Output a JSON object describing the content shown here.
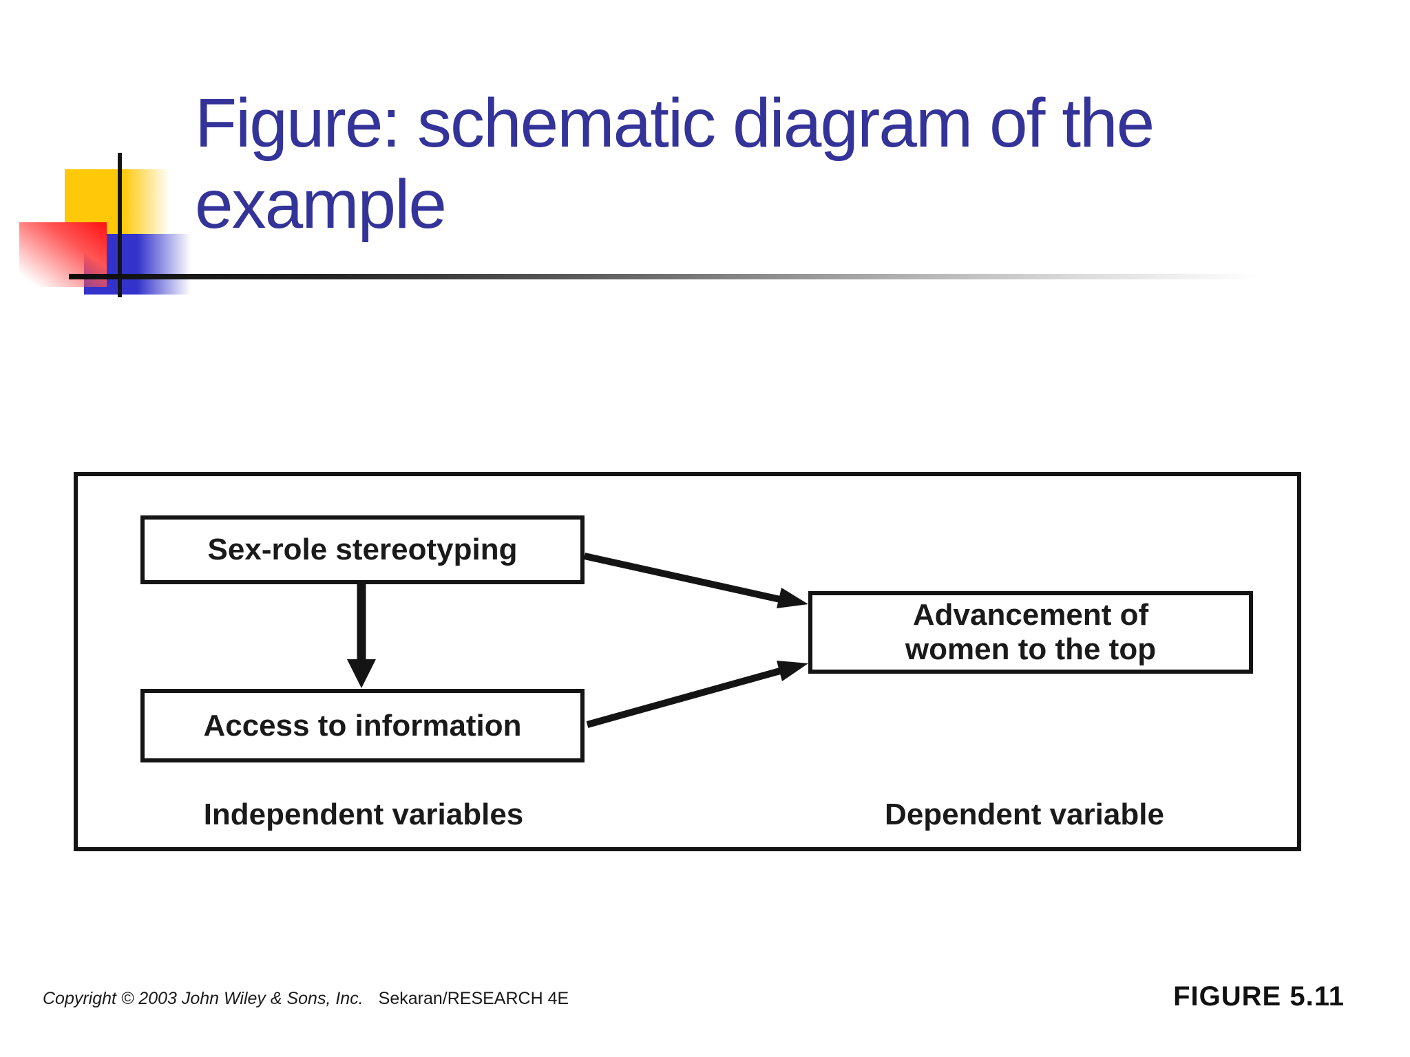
{
  "title": {
    "lines": [
      "Figure: schematic diagram of the",
      "example"
    ]
  },
  "diagram": {
    "boxes": {
      "sex_role": {
        "label": "Sex-role stereotyping"
      },
      "access": {
        "label": "Access to information"
      },
      "advancement": {
        "lines": [
          "Advancement of",
          "women to the top"
        ]
      }
    },
    "captions": {
      "independent": "Independent variables",
      "dependent": "Dependent variable"
    },
    "arrows": [
      {
        "from": "sex_role",
        "to": "access"
      },
      {
        "from": "sex_role",
        "to": "advancement"
      },
      {
        "from": "access",
        "to": "advancement"
      }
    ]
  },
  "footer": {
    "copyright": "Copyright © 2003 John Wiley & Sons, Inc.",
    "source": "Sekaran/RESEARCH 4E",
    "figure_label": "FIGURE 5.11"
  },
  "colors": {
    "title_text": "#333399",
    "accent_yellow": "#FFC808",
    "accent_red": "#FF1A1A",
    "accent_blue": "#3333CC",
    "ink": "#141414"
  }
}
